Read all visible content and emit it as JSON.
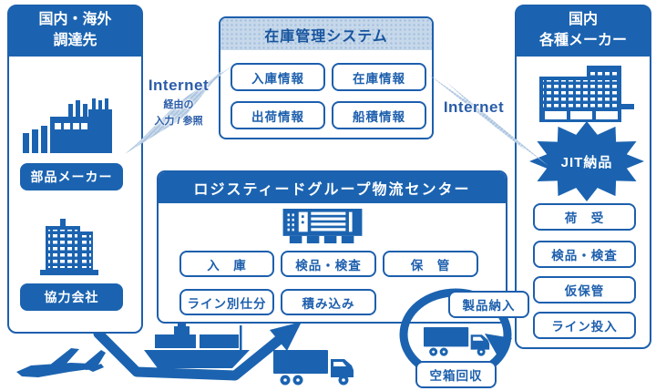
{
  "colors": {
    "primary_blue": "#1b63b0",
    "border_blue": "#1d5fad",
    "bolt_light_blue": "#aec6e0",
    "band_light_blue": "#c6d8ea",
    "white": "#ffffff"
  },
  "left_panel": {
    "title_line1": "国内・海外",
    "title_line2": "調達先",
    "label_parts_maker": "部品メーカー",
    "label_partner_company": "協力会社"
  },
  "inventory_system": {
    "title": "在庫管理システム",
    "boxes": [
      "入庫情報",
      "在庫情報",
      "出荷情報",
      "船積情報"
    ]
  },
  "internet_left": {
    "title": "Internet",
    "line1": "経由の",
    "line2": "入力 / 参照"
  },
  "internet_right": {
    "title": "Internet"
  },
  "logistics_center": {
    "title": "ロジスティードグループ物流センター",
    "row1": [
      "入　庫",
      "検品・検査",
      "保　管"
    ],
    "row2": [
      "ライン別仕分",
      "積み込み"
    ]
  },
  "right_panel": {
    "title_line1": "国内",
    "title_line2": "各種メーカー",
    "burst_label": "JIT納品",
    "steps": [
      "荷　受",
      "検品・検査",
      "仮保管",
      "ライン投入"
    ]
  },
  "cycle": {
    "deliver": "製品納入",
    "collect": "空箱回収"
  },
  "icons": {
    "left": [
      "factory-icon",
      "office-building-icon"
    ],
    "right": [
      "company-building-icon",
      "jit-burst-icon"
    ],
    "center": [
      "warehouse-icon"
    ],
    "transport": [
      "airplane-icon",
      "cargo-ship-icon",
      "truck-icon",
      "delivery-truck-icon"
    ],
    "connectors": [
      "lightning-bolt-icon",
      "lightning-bolt-icon",
      "flow-arrow-icon",
      "cycle-arrow-icon"
    ]
  }
}
